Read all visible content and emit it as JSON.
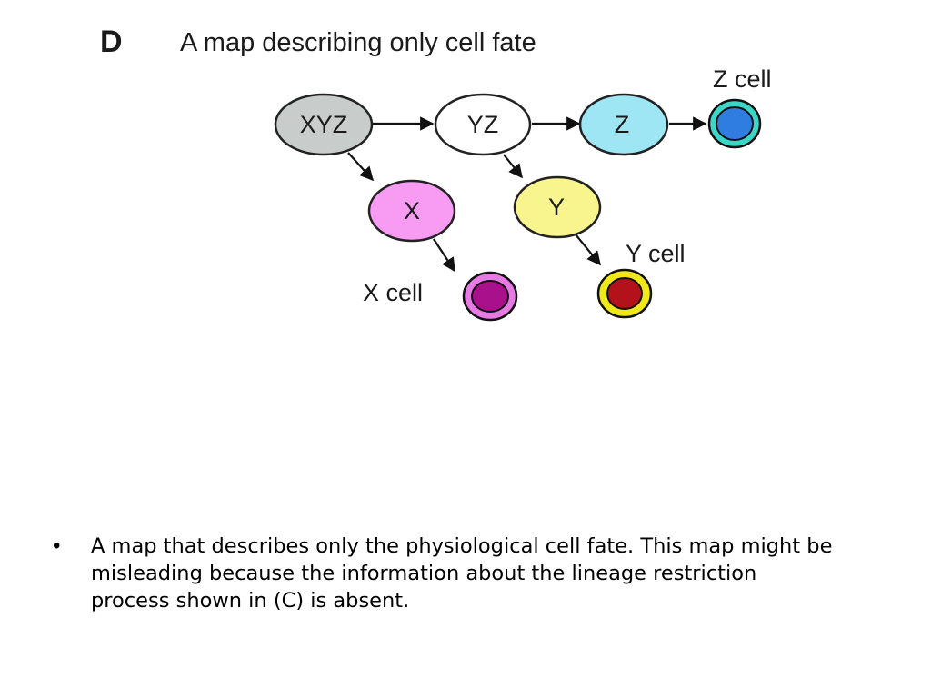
{
  "figure": {
    "panel_letter": "D",
    "title": "A map describing only cell fate",
    "nodes": {
      "xyz": "XYZ",
      "yz": "YZ",
      "z": "Z",
      "x": "X",
      "y": "Y"
    },
    "cells": {
      "z": "Z cell",
      "x": "X cell",
      "y": "Y cell"
    },
    "colors": {
      "xyz_fill": "#c8cdcc",
      "yz_fill": "#ffffff",
      "z_fill": "#9fe6f4",
      "x_fill": "#f79cf2",
      "y_fill": "#f8f58e",
      "z_cell_outer": "#3bd6c7",
      "z_cell_inner": "#2f7de1",
      "x_cell_outer": "#e77be4",
      "x_cell_inner": "#a8108c",
      "y_cell_outer": "#f1e81a",
      "y_cell_inner": "#b3121a"
    }
  },
  "bullet": {
    "symbol": "•",
    "text": "A map that describes only the physiological cell fate. This map might be misleading because the information about the lineage restriction process shown in (C) is absent."
  }
}
